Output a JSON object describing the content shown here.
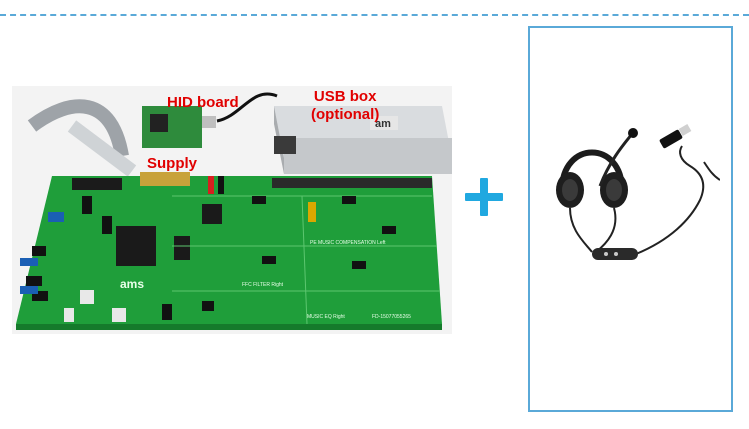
{
  "labels": {
    "hid_board": "HID board",
    "usb_box_line1": "USB box",
    "usb_box_line2": "(optional)",
    "supply": "Supply"
  },
  "board_text": {
    "ams_logo": "ams",
    "pe_music": "PE MUSIC COMPENSATION Left",
    "music_eq_right": "MUSIC EQ Right",
    "fffc": "FFC FILTER Right",
    "board_code": "FD-15077055265",
    "usb_box_logo": "am"
  },
  "colors": {
    "divider": "#5aa9d8",
    "plus": "#20a8e0",
    "label": "#e10000",
    "board_green": "#1f9e3a",
    "panel_border": "#5aa9d8"
  },
  "icons": {
    "plus": "plus-icon",
    "headset": "headset-icon",
    "board": "evaluation-board-photo",
    "usb_box": "usb-box-photo"
  }
}
